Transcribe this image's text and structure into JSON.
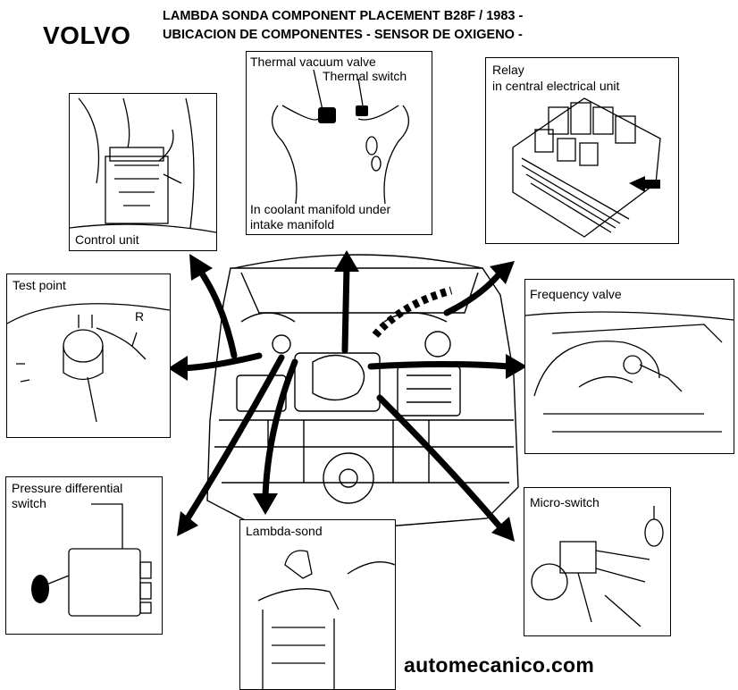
{
  "header": {
    "brand": "VOLVO",
    "title_line1": "LAMBDA SONDA COMPONENT PLACEMENT  B28F / 1983 -",
    "title_line2": "UBICACION DE COMPONENTES - SENSOR DE OXIGENO -"
  },
  "panels": {
    "control_unit": {
      "label": "Control unit"
    },
    "thermal": {
      "label_valve": "Thermal vacuum valve",
      "label_switch": "Thermal switch",
      "label_loc1": "In coolant manifold under",
      "label_loc2": "intake manifold"
    },
    "relay": {
      "label1": "Relay",
      "label2": "in central electrical unit"
    },
    "test_point": {
      "label": "Test point",
      "marker": "R"
    },
    "frequency_valve": {
      "label": "Frequency valve"
    },
    "pressure_switch": {
      "label1": "Pressure differential",
      "label2": "switch"
    },
    "lambda_sond": {
      "label": "Lambda-sond"
    },
    "micro_switch": {
      "label": "Micro-switch"
    }
  },
  "footer": {
    "site": "automecanico.com"
  }
}
